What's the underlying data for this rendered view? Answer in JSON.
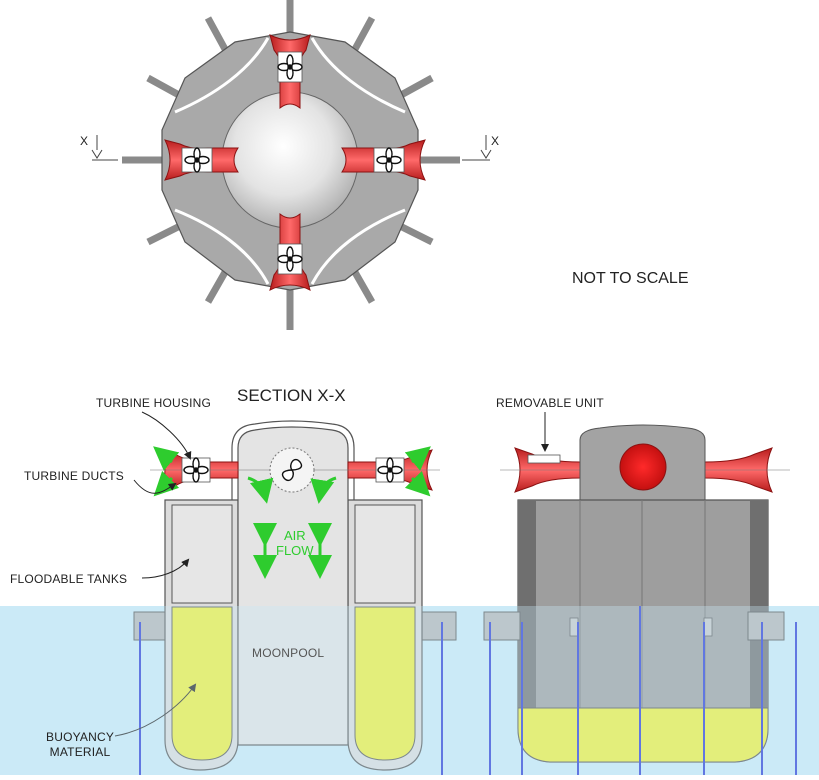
{
  "labels": {
    "not_to_scale": "NOT TO SCALE",
    "section_title": "SECTION X-X",
    "turbine_housing": "TURBINE HOUSING",
    "turbine_ducts": "TURBINE DUCTS",
    "floodable_tanks": "FLOODABLE TANKS",
    "buoyancy_material": "BUOYANCY\nMATERIAL",
    "moonpool": "MOONPOOL",
    "air_flow": "AIR\nFLOW",
    "removable_unit": "REMOVABLE UNIT",
    "section_mark_left": "X",
    "section_mark_right": "X"
  },
  "colors": {
    "hull_grey": "#a9a9a9",
    "light_grey": "#dcdcdc",
    "duct_red": "#e23b3b",
    "buoyancy_yellow": "#f2f23a",
    "water_blue": "#c8e9f6",
    "mooring_blue": "#2a3bd6",
    "airflow_green": "#2ecc2e",
    "dark_grey": "#6f6f6f"
  }
}
